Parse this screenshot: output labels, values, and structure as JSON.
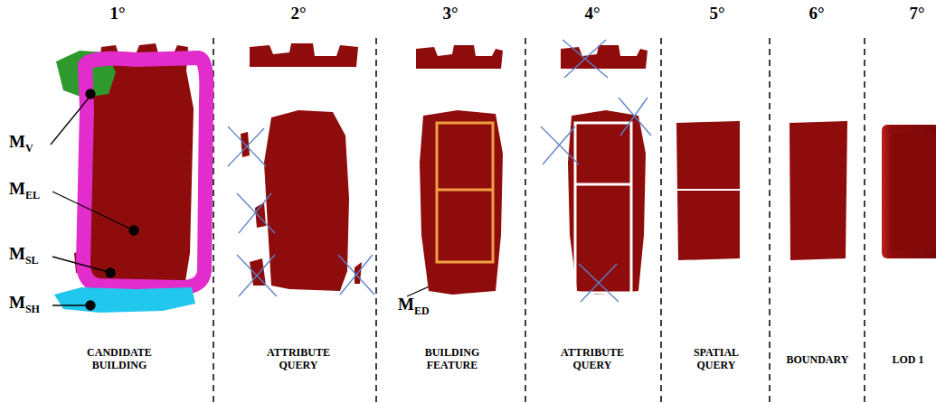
{
  "diagram": {
    "labels": [
      "1°",
      "2°",
      "3°",
      "4°",
      "5°",
      "6°",
      "7°",
      "CANDIDATE BUILDING",
      "ATTRIBUTE QUERY",
      "BUILDING FEATURE",
      "ATTRIBUTE QUERY",
      "SPATIAL QUERY",
      "BOUNDARY",
      "LOD 1",
      "M",
      "V",
      "M",
      "EL",
      "M",
      "SL",
      "M",
      "SH",
      "M",
      "ED"
    ]
  }
}
